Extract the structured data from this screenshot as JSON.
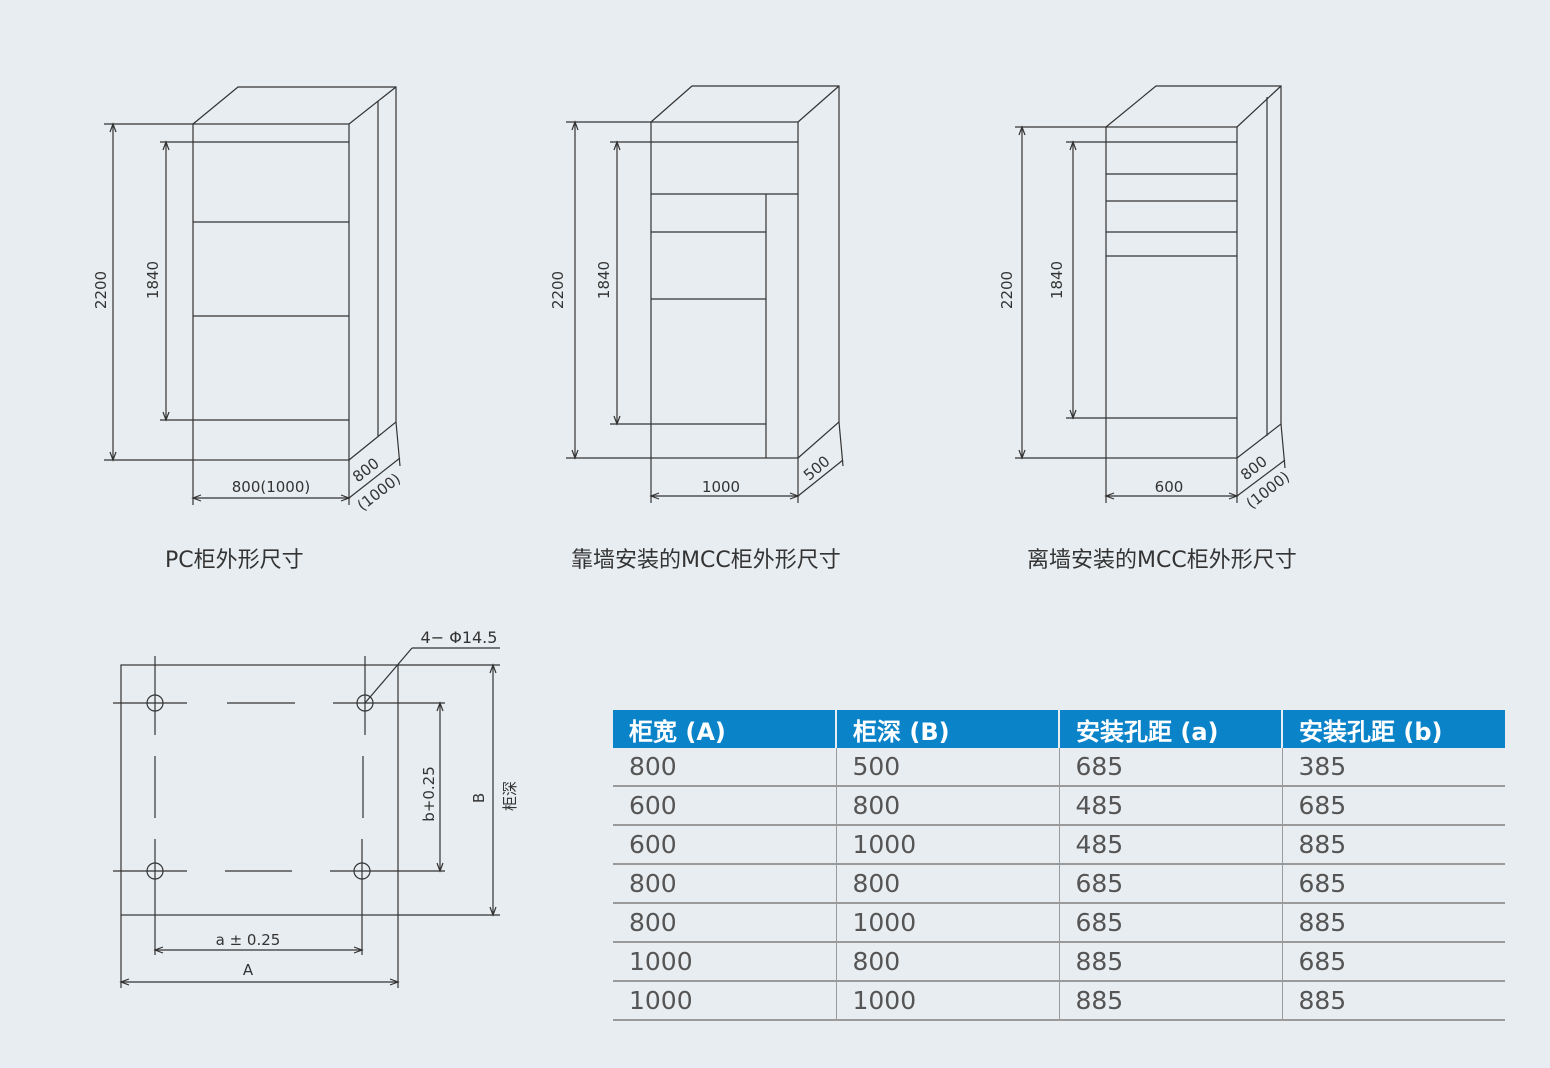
{
  "cabinets": [
    {
      "caption": "PC柜外形尺寸",
      "height_total": "2200",
      "height_inner": "1840",
      "width_label": "800(1000)",
      "depth_label": "800",
      "depth_alt_label": "(1000)"
    },
    {
      "caption": "靠墙安装的MCC柜外形尺寸",
      "height_total": "2200",
      "height_inner": "1840",
      "width_label": "1000",
      "depth_label": "500",
      "depth_alt_label": ""
    },
    {
      "caption": "离墙安装的MCC柜外形尺寸",
      "height_total": "2200",
      "height_inner": "1840",
      "width_label": "600",
      "depth_label": "800",
      "depth_alt_label": "(1000)"
    }
  ],
  "plan": {
    "hole_label": "4− Φ14.5",
    "b_tol_label": "b+0.25",
    "b_label": "B",
    "depth_label": "柜深",
    "a_tol_label": "a ± 0.25",
    "a_label": "A"
  },
  "table": {
    "headers": [
      "柜宽 (A)",
      "柜深 (B)",
      "安装孔距 (a)",
      "安装孔距 (b)"
    ],
    "rows": [
      [
        "800",
        "500",
        "685",
        "385"
      ],
      [
        "600",
        "800",
        "485",
        "685"
      ],
      [
        "600",
        "1000",
        "485",
        "885"
      ],
      [
        "800",
        "800",
        "685",
        "685"
      ],
      [
        "800",
        "1000",
        "685",
        "885"
      ],
      [
        "1000",
        "800",
        "885",
        "685"
      ],
      [
        "1000",
        "1000",
        "885",
        "885"
      ]
    ]
  },
  "colors": {
    "background": "#e8edf1",
    "header_blue": "#0b83c9",
    "line": "#333333"
  }
}
